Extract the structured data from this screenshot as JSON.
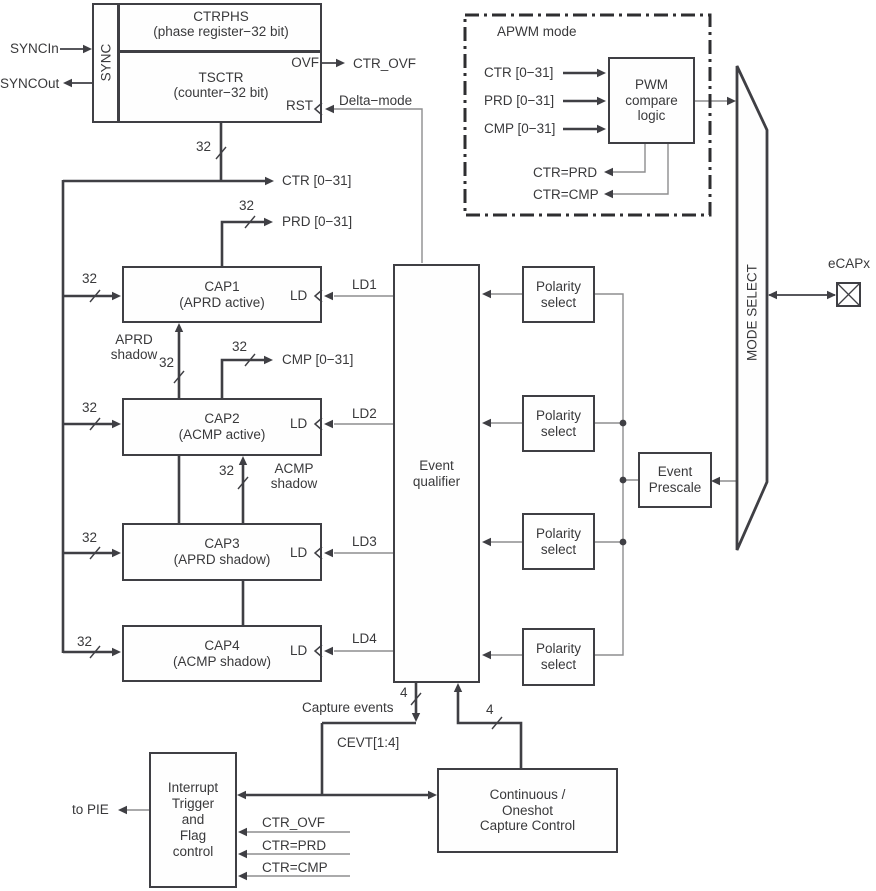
{
  "colors": {
    "line_dark": "#3f3f44",
    "line_gray": "#8d8d8f",
    "text": "#39393b",
    "background": "#ffffff"
  },
  "sync_block": {
    "sync_label": "SYNC",
    "ctrphs": "CTRPHS\n(phase register−32  bit)",
    "tsctr": "TSCTR\n(counter−32  bit)",
    "ovf_port": "OVF",
    "rst_port": "RST"
  },
  "signals": {
    "syncin": "SYNCIn",
    "syncout": "SYNCOut",
    "ctr_ovf": "CTR_OVF",
    "delta_mode": "Delta−mode",
    "ctr_bus": "CTR [0−31]",
    "prd_bus": "PRD [0−31]",
    "cmp_bus": "CMP [0−31]",
    "bus32": "32",
    "bus4": "4",
    "ctr_eq_prd": "CTR=PRD",
    "ctr_eq_cmp": "CTR=CMP",
    "to_pie": "to PIE",
    "capture_events": "Capture events",
    "cevt": "CEVT[1:4]"
  },
  "caps": {
    "cap1": "CAP1\n(APRD active)",
    "cap2": "CAP2\n(ACMP active)",
    "cap3": "CAP3\n(APRD shadow)",
    "cap4": "CAP4\n(ACMP shadow)",
    "ld_port": "LD",
    "ld1": "LD1",
    "ld2": "LD2",
    "ld3": "LD3",
    "ld4": "LD4",
    "aprd_shadow": "APRD\nshadow",
    "acmp_shadow": "ACMP\nshadow"
  },
  "blocks": {
    "event_qualifier": "Event\nqualifier",
    "polarity_select": "Polarity\nselect",
    "event_prescale": "Event\nPrescale",
    "mode_select": "MODE SELECT",
    "interrupt": "Interrupt\nTrigger\nand\nFlag\ncontrol",
    "capture_control": "Continuous /\nOneshot\nCapture Control",
    "pwm_logic": "PWM\ncompare\nlogic"
  },
  "apwm": {
    "title": "APWM  mode",
    "ctr_in": "CTR [0−31]",
    "prd_in": "PRD [0−31]",
    "cmp_in": "CMP [0−31]"
  },
  "pin": {
    "name": "eCAPx"
  }
}
